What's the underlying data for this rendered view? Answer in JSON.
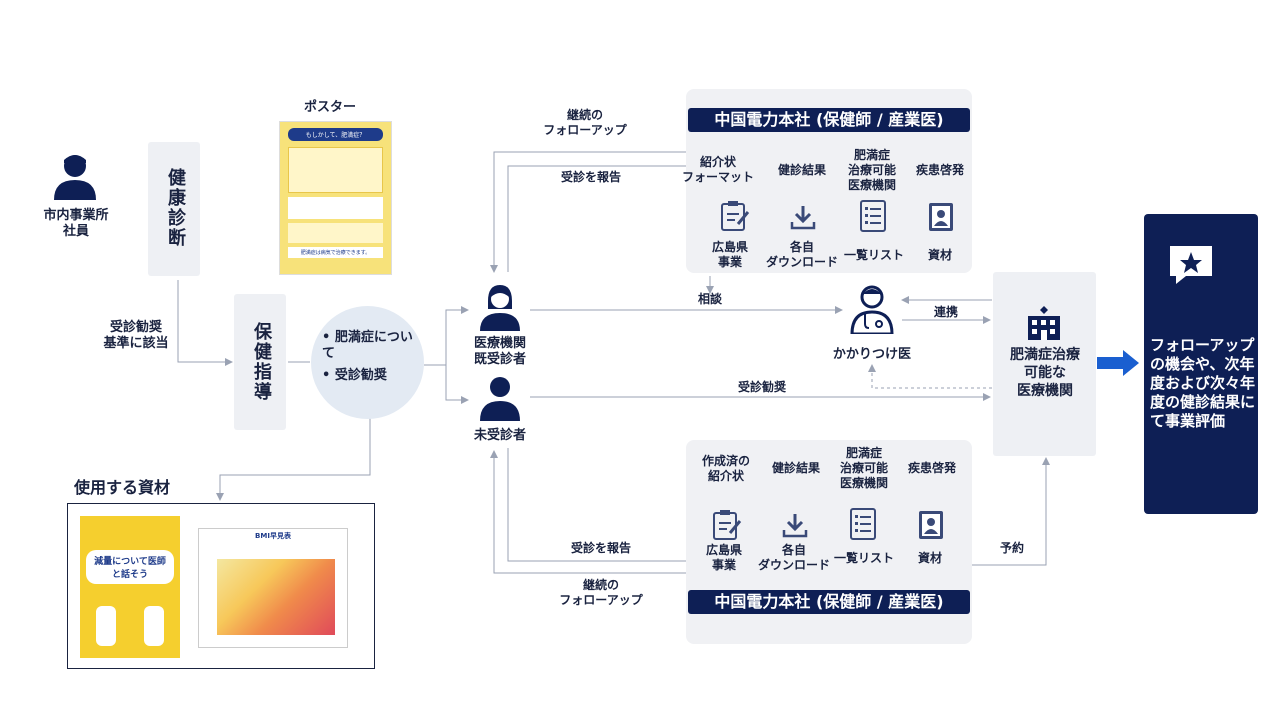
{
  "employee": {
    "label": "市内事業所\n社員"
  },
  "kenkou": {
    "label": "健康診断"
  },
  "poster": {
    "title": "ポスター",
    "headline": "もしかして、肥満症？",
    "bottom": "肥満症は病気で治療できます。"
  },
  "kijun": {
    "label": "受診勧奨\n基準に該当"
  },
  "hoken": {
    "label": "保健指導"
  },
  "topics": {
    "items": [
      "肥満症について",
      "受診勧奨"
    ]
  },
  "materials": {
    "title": "使用する資材",
    "brochure_text": "減量について医師と話そう",
    "bmi_title": "BMI早見表"
  },
  "top_panel": {
    "header": "中国電力本社 (保健師 / 産業医)",
    "cols": [
      {
        "top": "紹介状\nフォーマット",
        "icon": "form-edit-icon",
        "bottom": "広島県\n事業"
      },
      {
        "top": "健診結果",
        "icon": "download-icon",
        "bottom": "各自\nダウンロード"
      },
      {
        "top": "肥満症\n治療可能\n医療機関",
        "icon": "checklist-icon",
        "bottom": "一覧リスト"
      },
      {
        "top": "疾患啓発",
        "icon": "profile-book-icon",
        "bottom": "資材"
      }
    ]
  },
  "bottom_panel": {
    "header": "中国電力本社 (保健師 / 産業医)",
    "cols": [
      {
        "top": "作成済の\n紹介状",
        "icon": "form-edit-icon",
        "bottom": "広島県\n事業"
      },
      {
        "top": "健診結果",
        "icon": "download-icon",
        "bottom": "各自\nダウンロード"
      },
      {
        "top": "肥満症\n治療可能\n医療機関",
        "icon": "checklist-icon",
        "bottom": "一覧リスト"
      },
      {
        "top": "疾患啓発",
        "icon": "profile-book-icon",
        "bottom": "資材"
      }
    ]
  },
  "flows": {
    "continue_top": "継続の\nフォローアップ",
    "report_top": "受診を報告",
    "consult": "相談",
    "renkei": "連携",
    "kanshou": "受診勧奨",
    "report_bottom": "受診を報告",
    "continue_bottom": "継続の\nフォローアップ",
    "yoyaku": "予約"
  },
  "people": {
    "visited": "医療機関\n既受診者",
    "not_visited": "未受診者",
    "doctor": "かかりつけ医"
  },
  "hospital": {
    "label": "肥満症治療\n可能な\n医療機関"
  },
  "final": {
    "label": "フォローアップの機会や、次年度および次々年度の健診結果にて事業評価"
  },
  "colors": {
    "navy": "#0e1f55",
    "panel": "#f0f1f4",
    "box": "#eef0f4",
    "arrow": "#8a93a6",
    "accent": "#1a5fd0"
  }
}
